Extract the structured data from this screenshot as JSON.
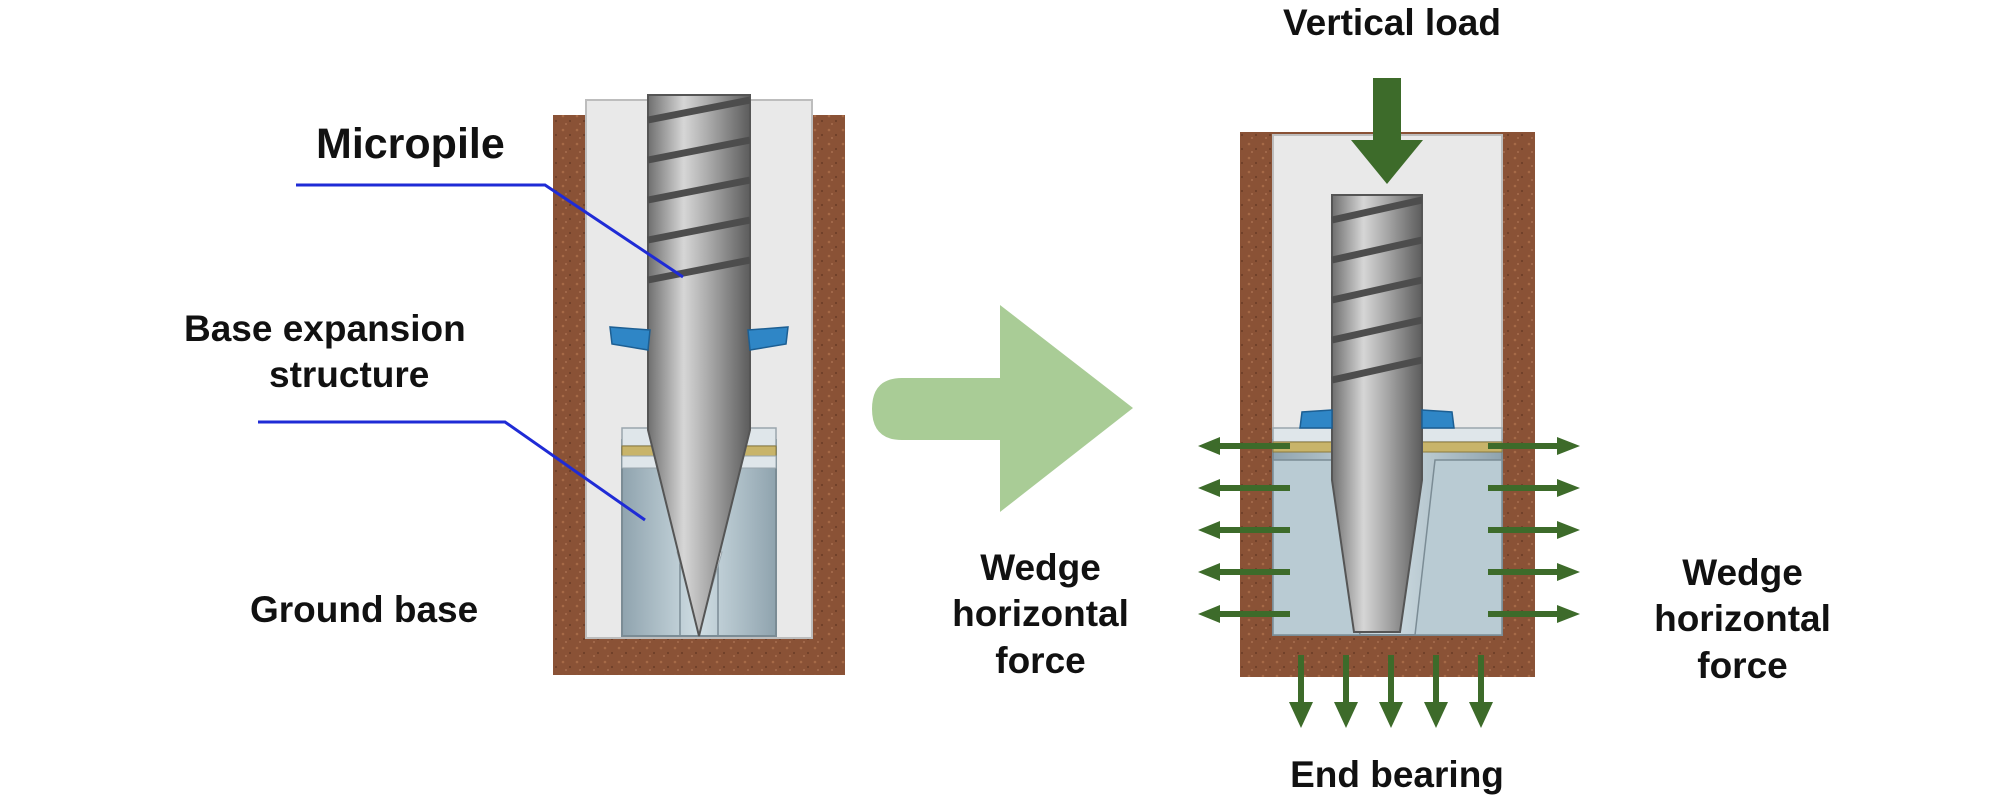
{
  "labels": {
    "micropile": "Micropile",
    "base_expansion_line1": "Base expansion",
    "base_expansion_line2": "structure",
    "ground_base": "Ground base",
    "vertical_load": "Vertical load",
    "wedge_left_line1": "Wedge",
    "wedge_left_line2": "horizontal",
    "wedge_left_line3": "force",
    "wedge_right_line1": "Wedge",
    "wedge_right_line2": "horizontal",
    "wedge_right_line3": "force",
    "end_bearing": "End bearing"
  },
  "colors": {
    "soil": "#8a5236",
    "hole": "#e8e8e8",
    "steel": "#9a9a9a",
    "steel_thread": "#4d4d4d",
    "wedge_block": "#a9bcc6",
    "washer": "#2f86c6",
    "ring": "#c8b46a",
    "force_arrow": "#3d6b2a",
    "transition_arrow": "#a9cc96",
    "leader_line": "#1f2bd6"
  },
  "icons": {
    "transition": "right-arrow-icon",
    "load": "down-arrow-icon",
    "lateral": "horizontal-force-arrow-icon",
    "bearing": "end-bearing-arrow-icon"
  }
}
